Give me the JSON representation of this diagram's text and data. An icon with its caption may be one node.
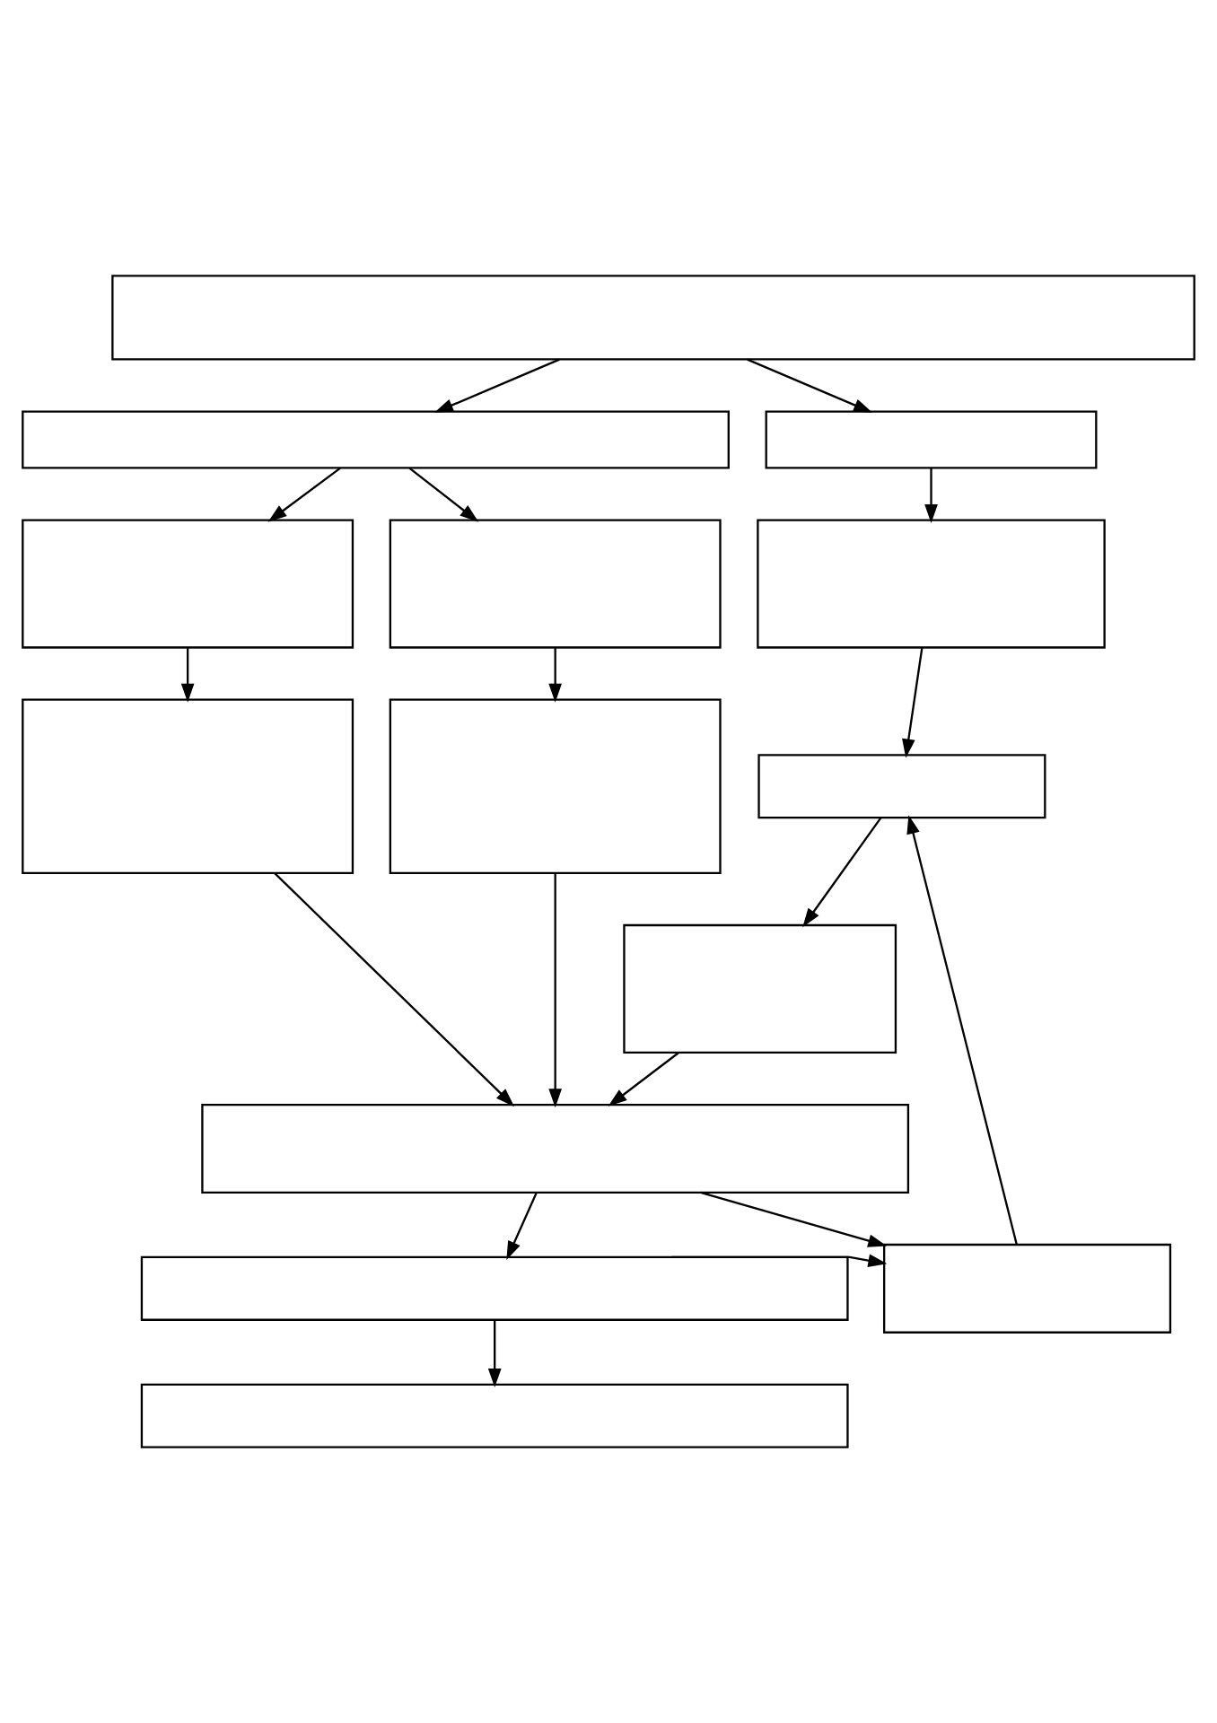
{
  "diagram": {
    "nodes": [
      {
        "text": [],
        "shape": "box"
      },
      {
        "text": [],
        "shape": "box"
      },
      {
        "text": [],
        "shape": "box"
      },
      {
        "text": [],
        "shape": "box"
      },
      {
        "text": [],
        "shape": "box"
      },
      {
        "text": [],
        "shape": "box"
      },
      {
        "text": [],
        "shape": "box"
      },
      {
        "text": [],
        "shape": "box"
      },
      {
        "text": [],
        "shape": "box"
      },
      {
        "text": [],
        "shape": "box"
      },
      {
        "text": [],
        "shape": "box"
      },
      {
        "text": [],
        "shape": "box"
      },
      {
        "text": [],
        "shape": "box"
      },
      {
        "text": [],
        "shape": "box"
      }
    ],
    "edges": [
      {
        "from": 0,
        "to": 1,
        "arrow": "to"
      },
      {
        "from": 0,
        "to": 2,
        "arrow": "to"
      },
      {
        "from": 1,
        "to": 3,
        "arrow": "to"
      },
      {
        "from": 1,
        "to": 4,
        "arrow": "to"
      },
      {
        "from": 2,
        "to": 5,
        "arrow": "to"
      },
      {
        "from": 3,
        "to": 6,
        "arrow": "to"
      },
      {
        "from": 4,
        "to": 7,
        "arrow": "to"
      },
      {
        "from": 5,
        "to": 8,
        "arrow": "to"
      },
      {
        "from": 8,
        "to": 9,
        "arrow": "to"
      },
      {
        "from": 6,
        "to": 10,
        "arrow": "to"
      },
      {
        "from": 7,
        "to": 10,
        "arrow": "to"
      },
      {
        "from": 9,
        "to": 10,
        "arrow": "to"
      },
      {
        "from": 10,
        "to": 12,
        "arrow": "to"
      },
      {
        "from": 10,
        "to": 11,
        "arrow": "to"
      },
      {
        "from": 11,
        "to": 12,
        "arrow": "to"
      },
      {
        "from": 11,
        "to": 13,
        "arrow": "to"
      },
      {
        "from": 12,
        "to": 8,
        "arrow": "to"
      }
    ]
  }
}
